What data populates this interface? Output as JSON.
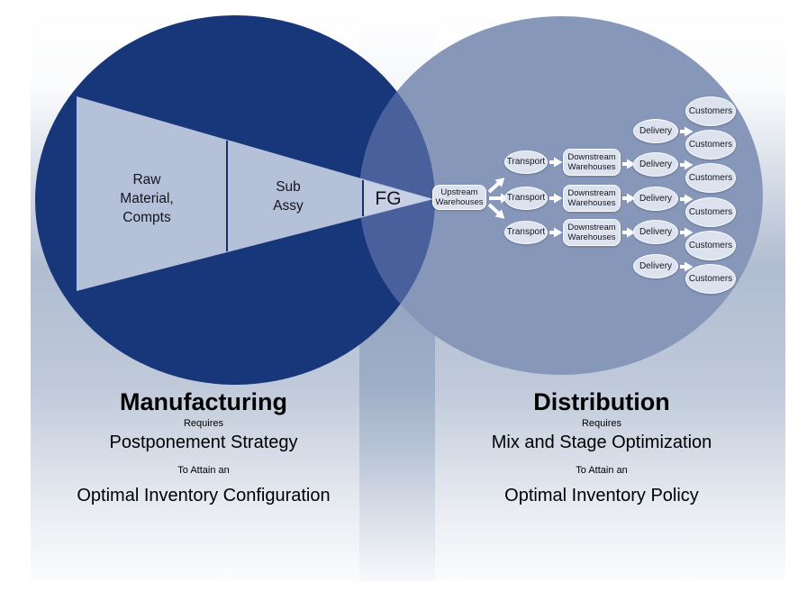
{
  "colors": {
    "manufacturing_circle": "#17377a",
    "distribution_circle": "#8697ba",
    "circle_overlap": "#4a609c",
    "funnel": "#b5c0d9",
    "funnel_tip": "#c7d0e4",
    "node_fill": "#dde3ee",
    "background_fade": "#8094b5",
    "arrow": "#ffffff"
  },
  "funnel": {
    "stage1": "Raw\nMaterial,\nCompts",
    "stage2": "Sub\nAssy",
    "stage3": "FG"
  },
  "network": {
    "upstream": "Upstream\nWarehouses",
    "transport": "Transport",
    "downstream": "Downstream\nWarehouses",
    "delivery": "Delivery",
    "customers": "Customers"
  },
  "manufacturing": {
    "title": "Manufacturing",
    "requires": "Requires",
    "strategy": "Postponement Strategy",
    "attain": "To Attain an",
    "outcome": "Optimal Inventory Configuration"
  },
  "distribution": {
    "title": "Distribution",
    "requires": "Requires",
    "strategy": "Mix and Stage Optimization",
    "attain": "To Attain an",
    "outcome": "Optimal Inventory Policy"
  }
}
